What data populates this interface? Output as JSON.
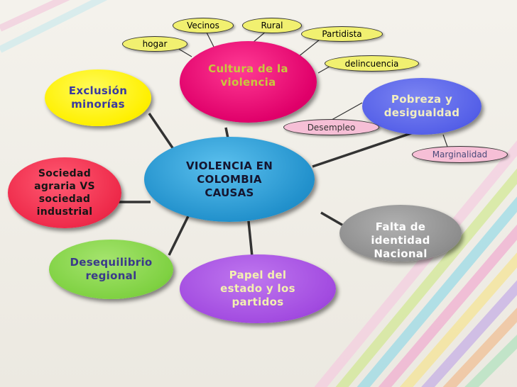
{
  "diagram": {
    "center": {
      "label": "VIOLENCIA EN\nCOLOMBIA\nCAUSAS",
      "color": "#2a9ed8",
      "text_color": "#15152f"
    },
    "nodes": [
      {
        "id": "cultura",
        "label": "Cultura de la\nviolencia",
        "color": "#e8006b",
        "text_color": "#c4c43a"
      },
      {
        "id": "exclusion",
        "label": "Exclusión\nminorías",
        "color": "#fff300",
        "text_color": "#3a3aa0"
      },
      {
        "id": "pobreza",
        "label": "Pobreza y\ndesigualdad",
        "color": "#5560e8",
        "text_color": "#f2eec0"
      },
      {
        "id": "sociedad",
        "label": "Sociedad\nagraria VS\nsociedad\nindustrial",
        "color": "#ee2a4a",
        "text_color": "#161616"
      },
      {
        "id": "falta",
        "label": "Falta de\nidentidad\nNacional",
        "color": "#8e8e8e",
        "text_color": "#ffffff"
      },
      {
        "id": "desequilibrio",
        "label": "Desequilibrio\nregional",
        "color": "#7fd142",
        "text_color": "#3a3a8a"
      },
      {
        "id": "papel",
        "label": "Papel del\nestado y los\npartidos",
        "color": "#a24be0",
        "text_color": "#f3f0b0"
      }
    ],
    "tags": [
      {
        "id": "vecinos",
        "label": "Vecinos",
        "color": "#f1f070"
      },
      {
        "id": "rural",
        "label": "Rural",
        "color": "#f1f070"
      },
      {
        "id": "partidista",
        "label": "Partidista",
        "color": "#f1f070"
      },
      {
        "id": "hogar",
        "label": "hogar",
        "color": "#f1f070"
      },
      {
        "id": "delincuencia",
        "label": "delincuencia",
        "color": "#f1f070"
      },
      {
        "id": "desempleo",
        "label": "Desempleo",
        "color": "#f6bfd6"
      },
      {
        "id": "marginalidad",
        "label": "Marginalidad",
        "color": "#f6bfd6"
      }
    ]
  }
}
